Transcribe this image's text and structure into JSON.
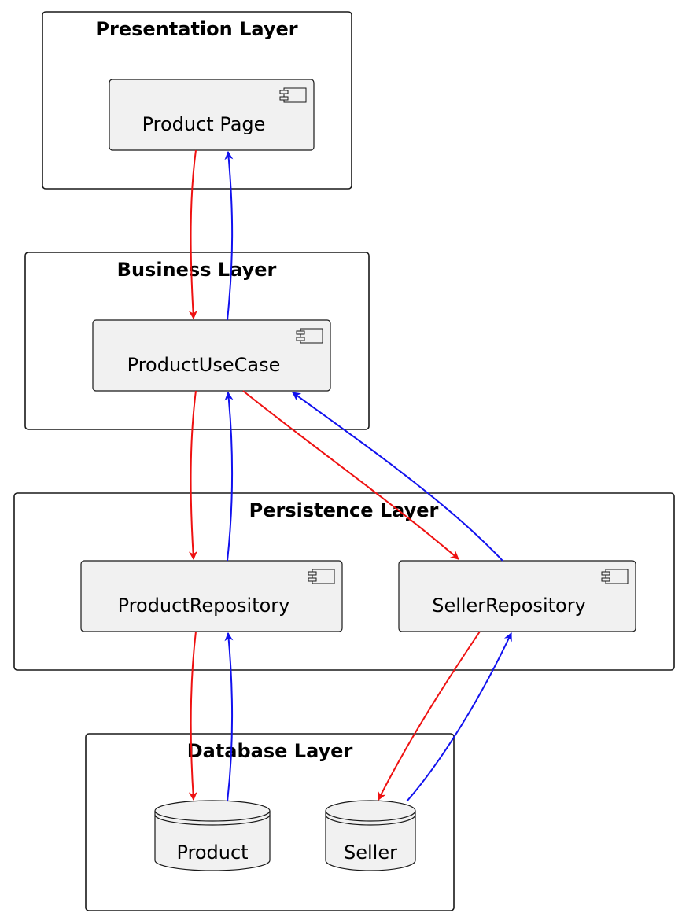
{
  "colors": {
    "request_arrow": "#ee1111",
    "response_arrow": "#1111ee",
    "node_fill": "#f1f1f1",
    "border": "#181818"
  },
  "packages": {
    "presentation": {
      "title": "Presentation Layer"
    },
    "business": {
      "title": "Business Layer"
    },
    "persistence": {
      "title": "Persistence Layer"
    },
    "database": {
      "title": "Database Layer"
    }
  },
  "components": {
    "product_page": {
      "label": "Product Page",
      "icon": "component-icon"
    },
    "product_use_case": {
      "label": "ProductUseCase",
      "icon": "component-icon"
    },
    "product_repository": {
      "label": "ProductRepository",
      "icon": "component-icon"
    },
    "seller_repository": {
      "label": "SellerRepository",
      "icon": "component-icon"
    }
  },
  "databases": {
    "product": {
      "label": "Product",
      "icon": "database-icon"
    },
    "seller": {
      "label": "Seller",
      "icon": "database-icon"
    }
  },
  "edges": [
    {
      "from": "Product Page",
      "to": "ProductUseCase",
      "kind": "request"
    },
    {
      "from": "ProductUseCase",
      "to": "Product Page",
      "kind": "response"
    },
    {
      "from": "ProductUseCase",
      "to": "ProductRepository",
      "kind": "request"
    },
    {
      "from": "ProductRepository",
      "to": "ProductUseCase",
      "kind": "response"
    },
    {
      "from": "ProductUseCase",
      "to": "SellerRepository",
      "kind": "request"
    },
    {
      "from": "SellerRepository",
      "to": "ProductUseCase",
      "kind": "response"
    },
    {
      "from": "ProductRepository",
      "to": "Product",
      "kind": "request"
    },
    {
      "from": "Product",
      "to": "ProductRepository",
      "kind": "response"
    },
    {
      "from": "SellerRepository",
      "to": "Seller",
      "kind": "request"
    },
    {
      "from": "Seller",
      "to": "SellerRepository",
      "kind": "response"
    }
  ]
}
